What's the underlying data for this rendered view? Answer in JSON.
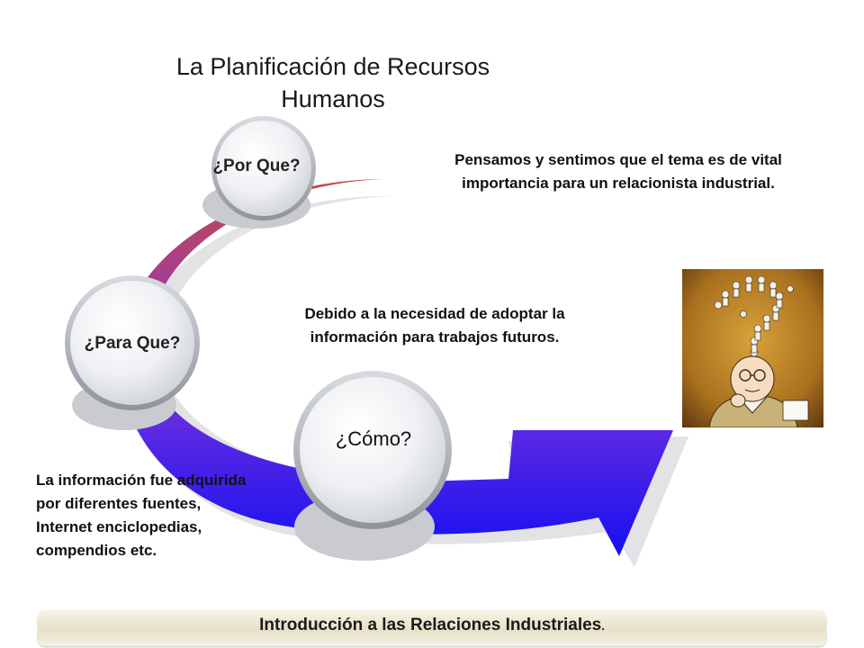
{
  "slide": {
    "title_line1": "La Planificación de Recursos",
    "title_line2": "Humanos"
  },
  "nodes": {
    "por_que": "¿Por  Que?",
    "para_que": "¿Para Que?",
    "como": "¿Cómo?"
  },
  "texts": {
    "porque_line1": "Pensamos y sentimos que el tema es de vital",
    "porque_line2": "importancia para un relacionista industrial.",
    "paraque_line1": "Debido a la necesidad de adoptar la",
    "paraque_line2": "información  para trabajos futuros.",
    "como_line1": "La información fue adquirida",
    "como_line2": "por diferentes fuentes,",
    "como_line3": "Internet enciclopedias,",
    "como_line4": "compendios etc."
  },
  "footer": {
    "label": "Introducción a las Relaciones Industriales",
    "suffix": "."
  },
  "colors": {
    "arrow_top": "#c0484a",
    "arrow_mid": "#8a2fd0",
    "arrow_bottom": "#1a10ee",
    "footer_bg": "#ebe6d0"
  },
  "image": {
    "icon": "question-mark-crowd-thinking-man"
  }
}
